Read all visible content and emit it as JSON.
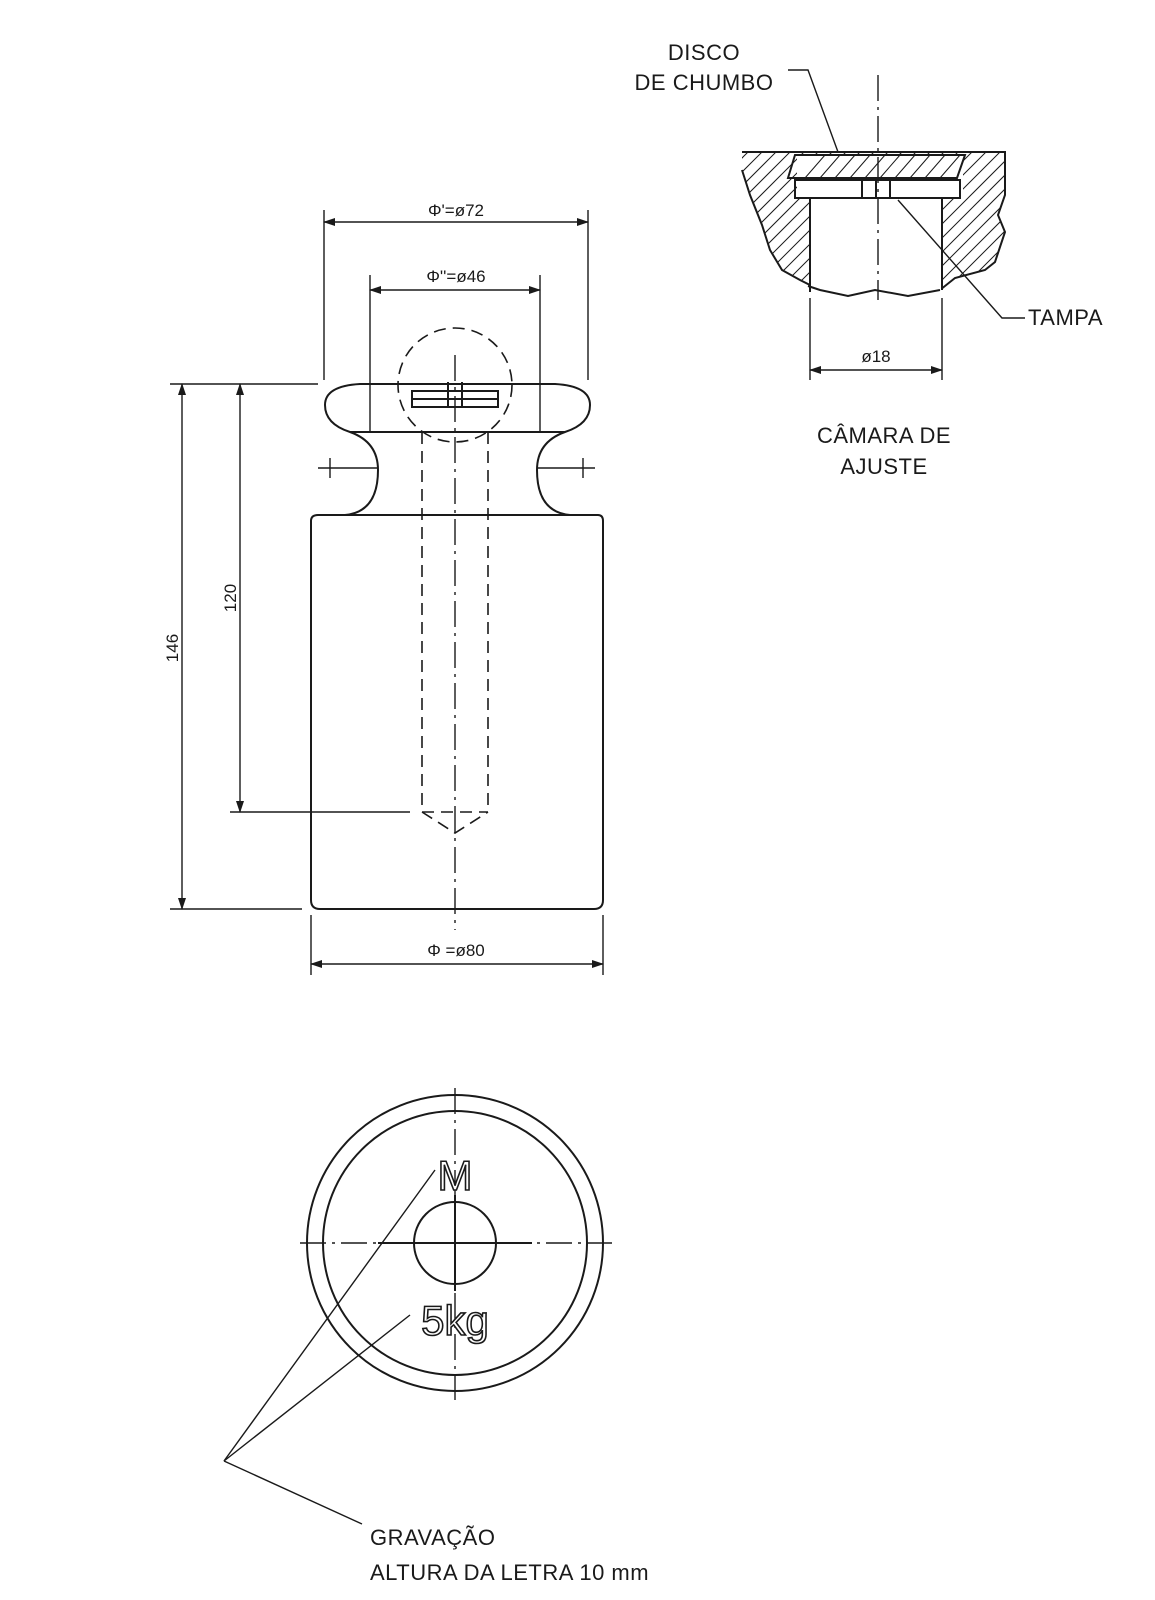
{
  "side_view": {
    "dim_head_diameter": "Φ'=ø72",
    "dim_neck_diameter": "Φ''=ø46",
    "dim_body_diameter": "Φ =ø80",
    "dim_total_height": "146",
    "dim_hole_depth": "120"
  },
  "adjust_chamber": {
    "label_disc_line1": "DISCO",
    "label_disc_line2": "DE CHUMBO",
    "label_cap": "TAMPA",
    "dim_bore": "ø18",
    "caption_line1": "CÂMARA DE",
    "caption_line2": "AJUSTE"
  },
  "top_view": {
    "mark_top": "M",
    "mark_bottom": "5kg",
    "note_line1": "GRAVAÇÃO",
    "note_line2": "ALTURA DA LETRA 10 mm"
  },
  "colors": {
    "line": "#1a1a1a",
    "background": "#ffffff"
  }
}
